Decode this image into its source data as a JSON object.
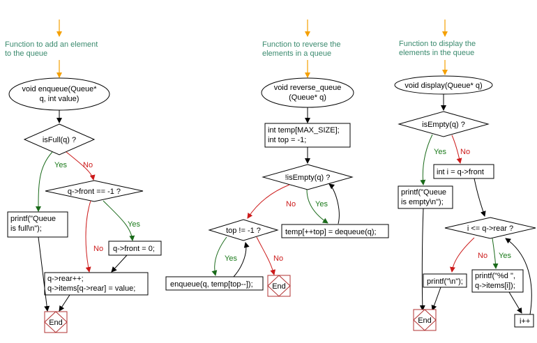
{
  "colors": {
    "annotation": "#3a8a6e",
    "yes": "#1a7a1a",
    "no": "#cc1a1a",
    "start_arrow": "#f5a000",
    "end_border": "#b03030"
  },
  "flow1": {
    "comment": [
      "Function to add an element",
      "to the queue"
    ],
    "start": [
      "void enqueue(Queue*",
      "q, int value)"
    ],
    "isfull": "isFull(q) ?",
    "yes1": "Yes",
    "no1": "No",
    "printf_full": [
      "printf(\"Queue",
      "is full\\n\");"
    ],
    "front_check": "q->front == -1 ?",
    "yes2": "Yes",
    "no2": "No",
    "front_zero": "q->front = 0;",
    "rear": [
      "q->rear++;",
      "q->items[q->rear] = value;"
    ],
    "end": "End"
  },
  "flow2": {
    "comment": [
      "Function to reverse the",
      "elements in a queue"
    ],
    "start": [
      "void reverse_queue",
      "(Queue* q)"
    ],
    "temp": [
      "int temp[MAX_SIZE];",
      "int top = -1;"
    ],
    "isempty": "!isEmpty(q) ?",
    "yes1": "Yes",
    "no1": "No",
    "dequeue": "temp[++top] = dequeue(q);",
    "top_check": "top != -1 ?",
    "yes2": "Yes",
    "no2": "No",
    "enqueue": "enqueue(q, temp[top--]);",
    "end": "End"
  },
  "flow3": {
    "comment": [
      "Function to display the",
      "elements in the queue"
    ],
    "start": "void display(Queue* q)",
    "isempty": "isEmpty(q) ?",
    "yes1": "Yes",
    "no1": "No",
    "printf_empty": [
      "printf(\"Queue",
      "is empty\\n\");"
    ],
    "init_i": "int i = q->front",
    "loop_check": "i <= q->rear ?",
    "yes2": "Yes",
    "no2": "No",
    "printf_newline": "printf(\"\\n\");",
    "printf_item": [
      "printf(\"%d \",",
      "q->items[i]);"
    ],
    "inc": "i++",
    "end": "End"
  }
}
